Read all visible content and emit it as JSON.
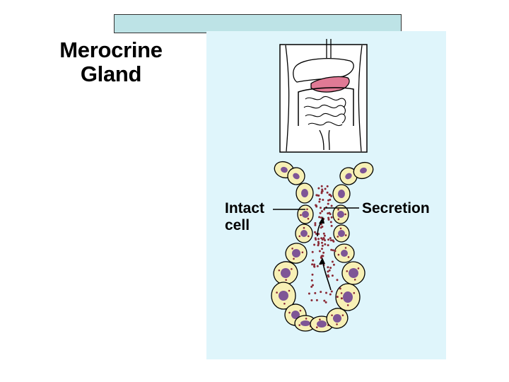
{
  "title": {
    "line1": "Merocrine",
    "line2": "Gland"
  },
  "labels": {
    "intact_line1": "Intact",
    "intact_line2": "cell",
    "secretion": "Secretion"
  },
  "colors": {
    "top_bar": "#bde3e6",
    "panel": "#dff5fb",
    "cell_fill": "#f7f0b5",
    "nucleus": "#7e5596",
    "granule": "#8b2a36",
    "stomach": "#e07a95"
  }
}
